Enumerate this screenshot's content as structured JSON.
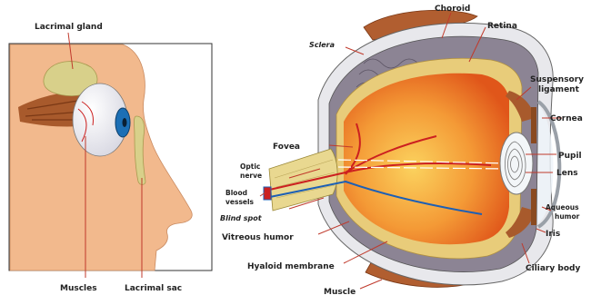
{
  "left_panel": {
    "labels": {
      "lacrimal_gland": "Lacrimal gland",
      "muscles": "Muscles",
      "lacrimal_sac": "Lacrimal sac"
    }
  },
  "right_panel": {
    "labels": {
      "choroid": "Choroid",
      "retina": "Retina",
      "sclera": "Sclera",
      "suspensory_1": "Suspensory",
      "suspensory_2": "ligament",
      "cornea": "Cornea",
      "fovea": "Fovea",
      "pupil": "Pupil",
      "optic_1": "Optic",
      "optic_2": "nerve",
      "lens": "Lens",
      "blood_1": "Blood",
      "blood_2": "vessels",
      "blind_spot": "Blind spot",
      "aqueous_1": "Aqueous",
      "aqueous_2": "humor",
      "iris": "Iris",
      "vitreous": "Vitreous humor",
      "hyaloid": "Hyaloid membrane",
      "ciliary": "Ciliary body",
      "muscle": "Muscle"
    }
  },
  "colors": {
    "skin": "#f2b98d",
    "gland": "#d8d08a",
    "iris": "#1c6fb5",
    "eye_inner": "#e8681e",
    "eye_inner_light": "#f7a64a",
    "sclera": "#e8e8ec",
    "choroid": "#8c8494",
    "retina_layer": "#e8cc7a",
    "muscle": "#a85a2c",
    "vessel": "#cc2020"
  }
}
